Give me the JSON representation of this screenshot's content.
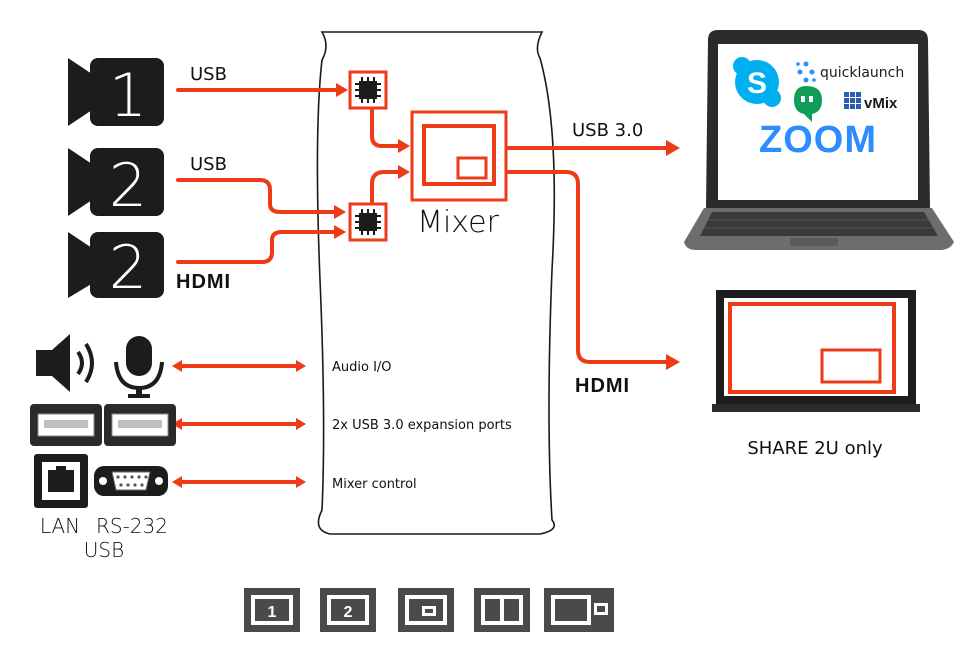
{
  "sources": {
    "cam1_number": "1",
    "cam2_number": "2",
    "cam3_number": "2",
    "usb_label_1": "USB",
    "usb_label_2": "USB",
    "hdmi_label": "HDMI"
  },
  "device": {
    "mixer_label": "Mixer",
    "audio_label": "Audio I/O",
    "usb_ports_label": "2x USB 3.0 expansion ports",
    "control_label": "Mixer control"
  },
  "outputs": {
    "usb30_label": "USB 3.0",
    "hdmi_label": "HDMI",
    "monitor_caption": "SHARE 2U only"
  },
  "laptop_apps": {
    "quicklaunch": "quicklaunch",
    "vmix": "vMix",
    "zoom": "ZOOM",
    "skype_letter": "S"
  },
  "ports": {
    "lan": "LAN",
    "rs232": "RS-232",
    "usb": "USB"
  },
  "layouts": [
    "1",
    "2"
  ],
  "colors": {
    "accent": "#ee3a17",
    "dark": "#1c1c1c",
    "skype": "#00aff0",
    "zoom": "#2d8cff",
    "hangouts": "#0f9d58",
    "vmix": "#2a5db0"
  }
}
